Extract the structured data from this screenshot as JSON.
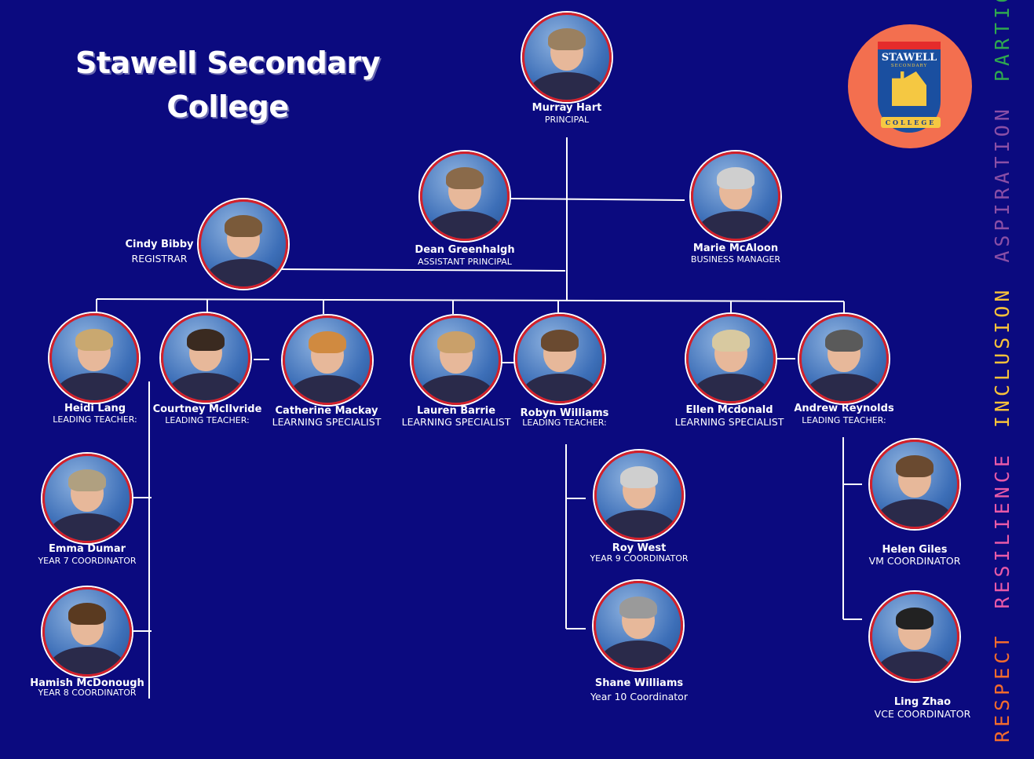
{
  "title": "Stawell Secondary College",
  "logo": {
    "line1": "STAWELL",
    "line2": "SECONDARY",
    "line3": "COLLEGE"
  },
  "values": [
    {
      "label": "RESPECT",
      "color": "#f36b2c"
    },
    {
      "label": "RESILIENCE",
      "color": "#e85aa8"
    },
    {
      "label": "INCLUSION",
      "color": "#f7c23a"
    },
    {
      "label": "ASPIRATION",
      "color": "#8a4fa6"
    },
    {
      "label": "PARTICIPATION",
      "color": "#2fa84f"
    }
  ],
  "staff": [
    {
      "name": "Murray Hart",
      "role": "PRINCIPAL"
    },
    {
      "name": "Dean Greenhalgh",
      "role": "ASSISTANT PRINCIPAL"
    },
    {
      "name": "Marie McAloon",
      "role": "BUSINESS MANAGER"
    },
    {
      "name": "Cindy Bibby",
      "role": "REGISTRAR"
    },
    {
      "name": "Heidi Lang",
      "role": "LEADING TEACHER:"
    },
    {
      "name": "Courtney McIlvride",
      "role": "LEADING TEACHER:"
    },
    {
      "name": "Catherine Mackay",
      "role": "LEARNING SPECIALIST"
    },
    {
      "name": "Lauren Barrie",
      "role": "LEARNING SPECIALIST"
    },
    {
      "name": "Robyn Williams",
      "role": "LEADING TEACHER:"
    },
    {
      "name": "Ellen Mcdonald",
      "role": "LEARNING SPECIALIST"
    },
    {
      "name": "Andrew Reynolds",
      "role": "LEADING TEACHER:"
    },
    {
      "name": "Emma Dumar",
      "role": "YEAR 7 COORDINATOR"
    },
    {
      "name": "Hamish McDonough",
      "role": "YEAR 8 COORDINATOR"
    },
    {
      "name": "Roy West",
      "role": "YEAR 9 COORDINATOR"
    },
    {
      "name": "Shane Williams",
      "role": "Year 10 Coordinator"
    },
    {
      "name": "Helen Giles",
      "role": "VM COORDINATOR"
    },
    {
      "name": "Ling Zhao",
      "role": "VCE COORDINATOR"
    }
  ]
}
